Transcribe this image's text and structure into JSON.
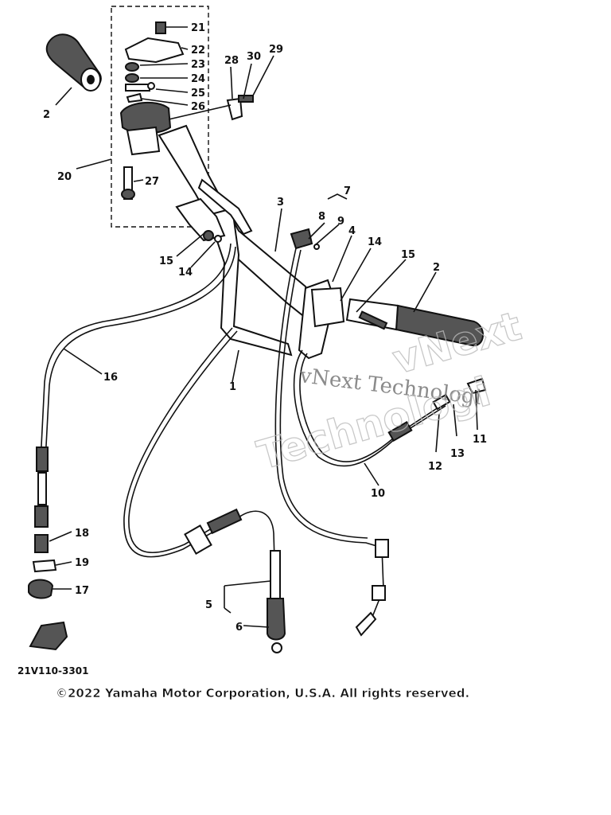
{
  "callouts": [
    {
      "id": "c21",
      "text": "21"
    },
    {
      "id": "c22",
      "text": "22"
    },
    {
      "id": "c23",
      "text": "23"
    },
    {
      "id": "c24",
      "text": "24"
    },
    {
      "id": "c25",
      "text": "25"
    },
    {
      "id": "c26",
      "text": "26"
    },
    {
      "id": "c28",
      "text": "28"
    },
    {
      "id": "c30",
      "text": "30"
    },
    {
      "id": "c29",
      "text": "29"
    },
    {
      "id": "c2a",
      "text": "2"
    },
    {
      "id": "c20",
      "text": "20"
    },
    {
      "id": "c27",
      "text": "27"
    },
    {
      "id": "c3",
      "text": "3"
    },
    {
      "id": "c7",
      "text": "7"
    },
    {
      "id": "c8",
      "text": "8"
    },
    {
      "id": "c9",
      "text": "9"
    },
    {
      "id": "c4",
      "text": "4"
    },
    {
      "id": "c14a",
      "text": "14"
    },
    {
      "id": "c15a",
      "text": "15"
    },
    {
      "id": "c2b",
      "text": "2"
    },
    {
      "id": "c15b",
      "text": "15"
    },
    {
      "id": "c14b",
      "text": "14"
    },
    {
      "id": "c16",
      "text": "16"
    },
    {
      "id": "c1",
      "text": "1"
    },
    {
      "id": "c11",
      "text": "11"
    },
    {
      "id": "c13",
      "text": "13"
    },
    {
      "id": "c12",
      "text": "12"
    },
    {
      "id": "c10",
      "text": "10"
    },
    {
      "id": "c18",
      "text": "18"
    },
    {
      "id": "c19",
      "text": "19"
    },
    {
      "id": "c17",
      "text": "17"
    },
    {
      "id": "c5",
      "text": "5"
    },
    {
      "id": "c6",
      "text": "6"
    }
  ],
  "watermark": {
    "line1": "vNext Technologi",
    "line2": "Technologi",
    "line3": "vNext"
  },
  "diagram_code": "21V110-3301",
  "copyright": "©2022 Yamaha Motor Corporation, U.S.A. All rights reserved."
}
